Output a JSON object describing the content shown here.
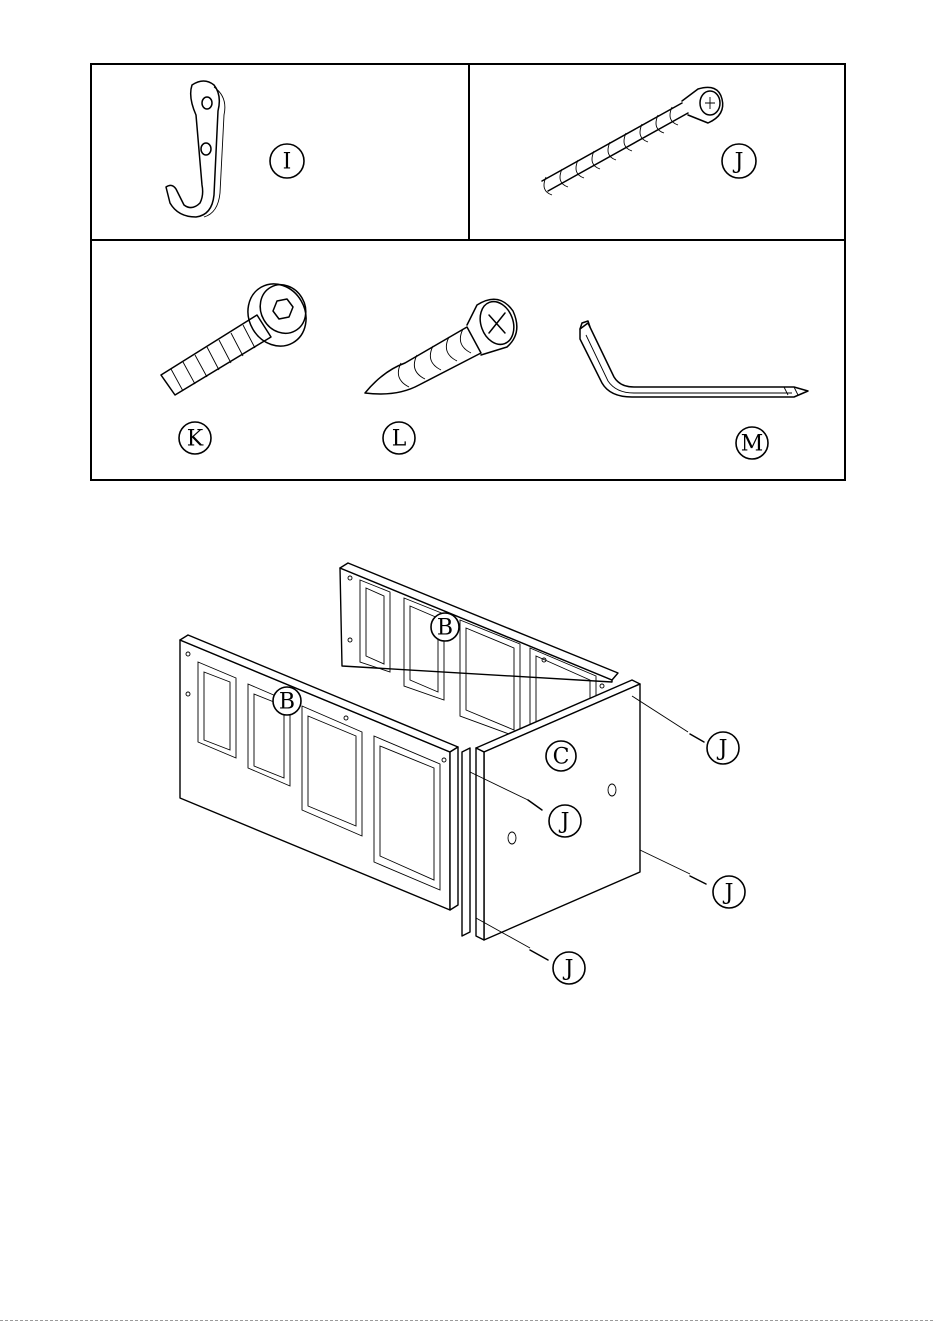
{
  "parts": [
    {
      "id": "hook",
      "label": "I",
      "icon": "coat-hook-icon"
    },
    {
      "id": "cam-bolt",
      "label": "J",
      "icon": "cam-bolt-icon"
    },
    {
      "id": "hex-bolt",
      "label": "K",
      "icon": "hex-bolt-icon"
    },
    {
      "id": "wood-screw",
      "label": "L",
      "icon": "wood-screw-icon"
    },
    {
      "id": "allen-key",
      "label": "M",
      "icon": "allen-key-screwdriver-icon"
    }
  ],
  "assembly": {
    "panel_labels": {
      "back_side": "B",
      "front_side": "B",
      "end_panel": "C"
    },
    "screw_labels": [
      "J",
      "J",
      "J",
      "J"
    ]
  }
}
